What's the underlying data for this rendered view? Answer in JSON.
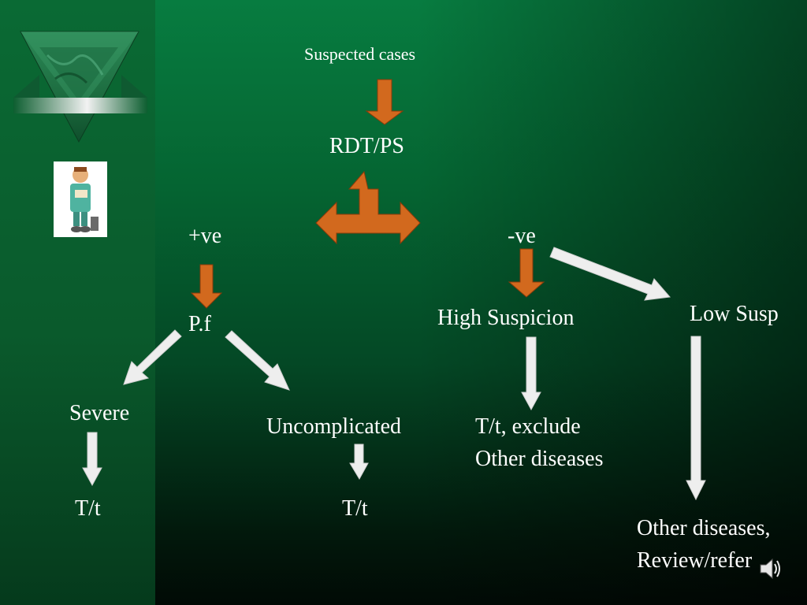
{
  "slide": {
    "nodes": {
      "suspected": "Suspected cases",
      "rdt": "RDT/PS",
      "positive": "+ve",
      "negative": "-ve",
      "pf": "P.f",
      "high_suspicion": "High Suspicion",
      "low_suspicion": "Low Susp",
      "severe": "Severe",
      "uncomplicated": "Uncomplicated",
      "tt_exclude_line1": "T/t, exclude",
      "tt_exclude_line2": "Other diseases",
      "tt_severe": "T/t",
      "tt_uncomplicated": "T/t",
      "other_line1": "Other diseases,",
      "other_line2": "Review/refer"
    }
  },
  "colors": {
    "orange_arrow": "#d2691e",
    "white_arrow": "#eeeeee",
    "text": "#ffffff",
    "background_green": "#077c40"
  },
  "icons": {
    "logo": "green-marble-triangle-icon",
    "clipart": "doctor-clipart-icon",
    "sound": "speaker-icon"
  }
}
